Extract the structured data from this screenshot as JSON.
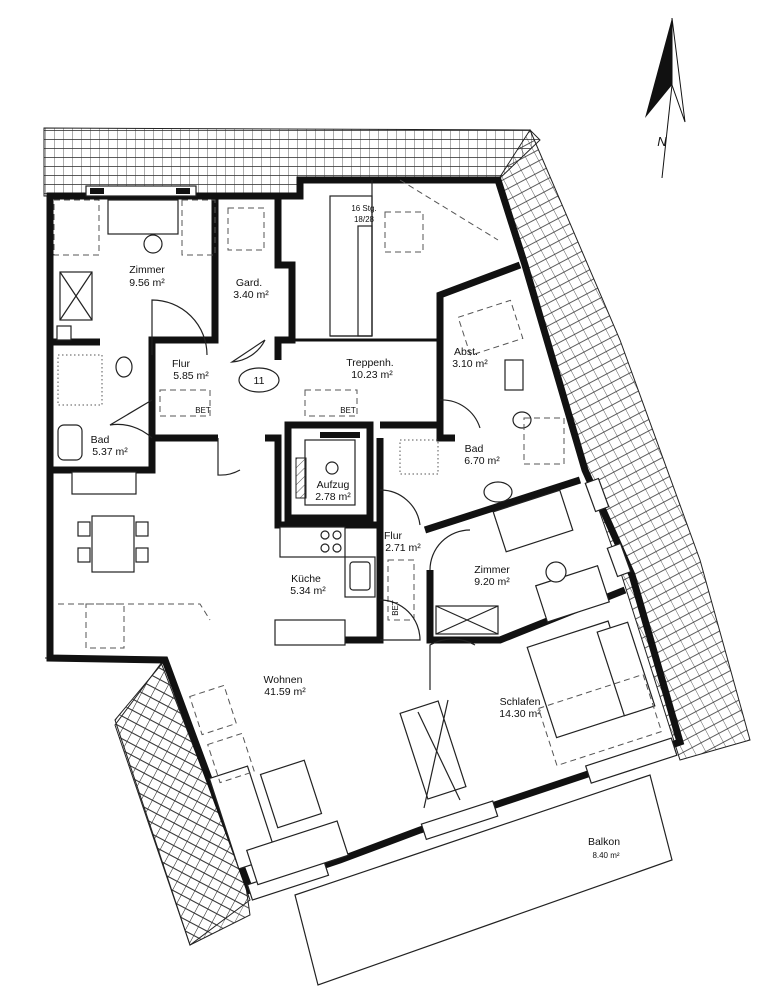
{
  "rooms": [
    {
      "id": "zimmer1",
      "name": "Zimmer",
      "area": "9.56 m²"
    },
    {
      "id": "gard",
      "name": "Gard.",
      "area": "3.40 m²"
    },
    {
      "id": "flur1",
      "name": "Flur",
      "area": "5.85 m²"
    },
    {
      "id": "treppenh",
      "name": "Treppenh.",
      "area": "10.23 m²"
    },
    {
      "id": "abst",
      "name": "Abst.",
      "area": "3.10 m²"
    },
    {
      "id": "bad1",
      "name": "Bad",
      "area": "5.37 m²"
    },
    {
      "id": "bad2",
      "name": "Bad",
      "area": "6.70 m²"
    },
    {
      "id": "aufzug",
      "name": "Aufzug",
      "area": "2.78 m²"
    },
    {
      "id": "flur2",
      "name": "Flur",
      "area": "2.71 m²"
    },
    {
      "id": "kueche",
      "name": "Küche",
      "area": "5.34 m²"
    },
    {
      "id": "zimmer2",
      "name": "Zimmer",
      "area": "9.20 m²"
    },
    {
      "id": "wohnen",
      "name": "Wohnen",
      "area": "41.59 m²"
    },
    {
      "id": "schlafen",
      "name": "Schlafen",
      "area": "14.30 m²"
    },
    {
      "id": "balkon",
      "name": "Balkon",
      "area": "8.40 m²"
    }
  ],
  "stair": {
    "steps": "16 Stg.",
    "ratio": "18/28"
  },
  "unit_number": "11",
  "bet_label": "BET",
  "north_label": "N"
}
